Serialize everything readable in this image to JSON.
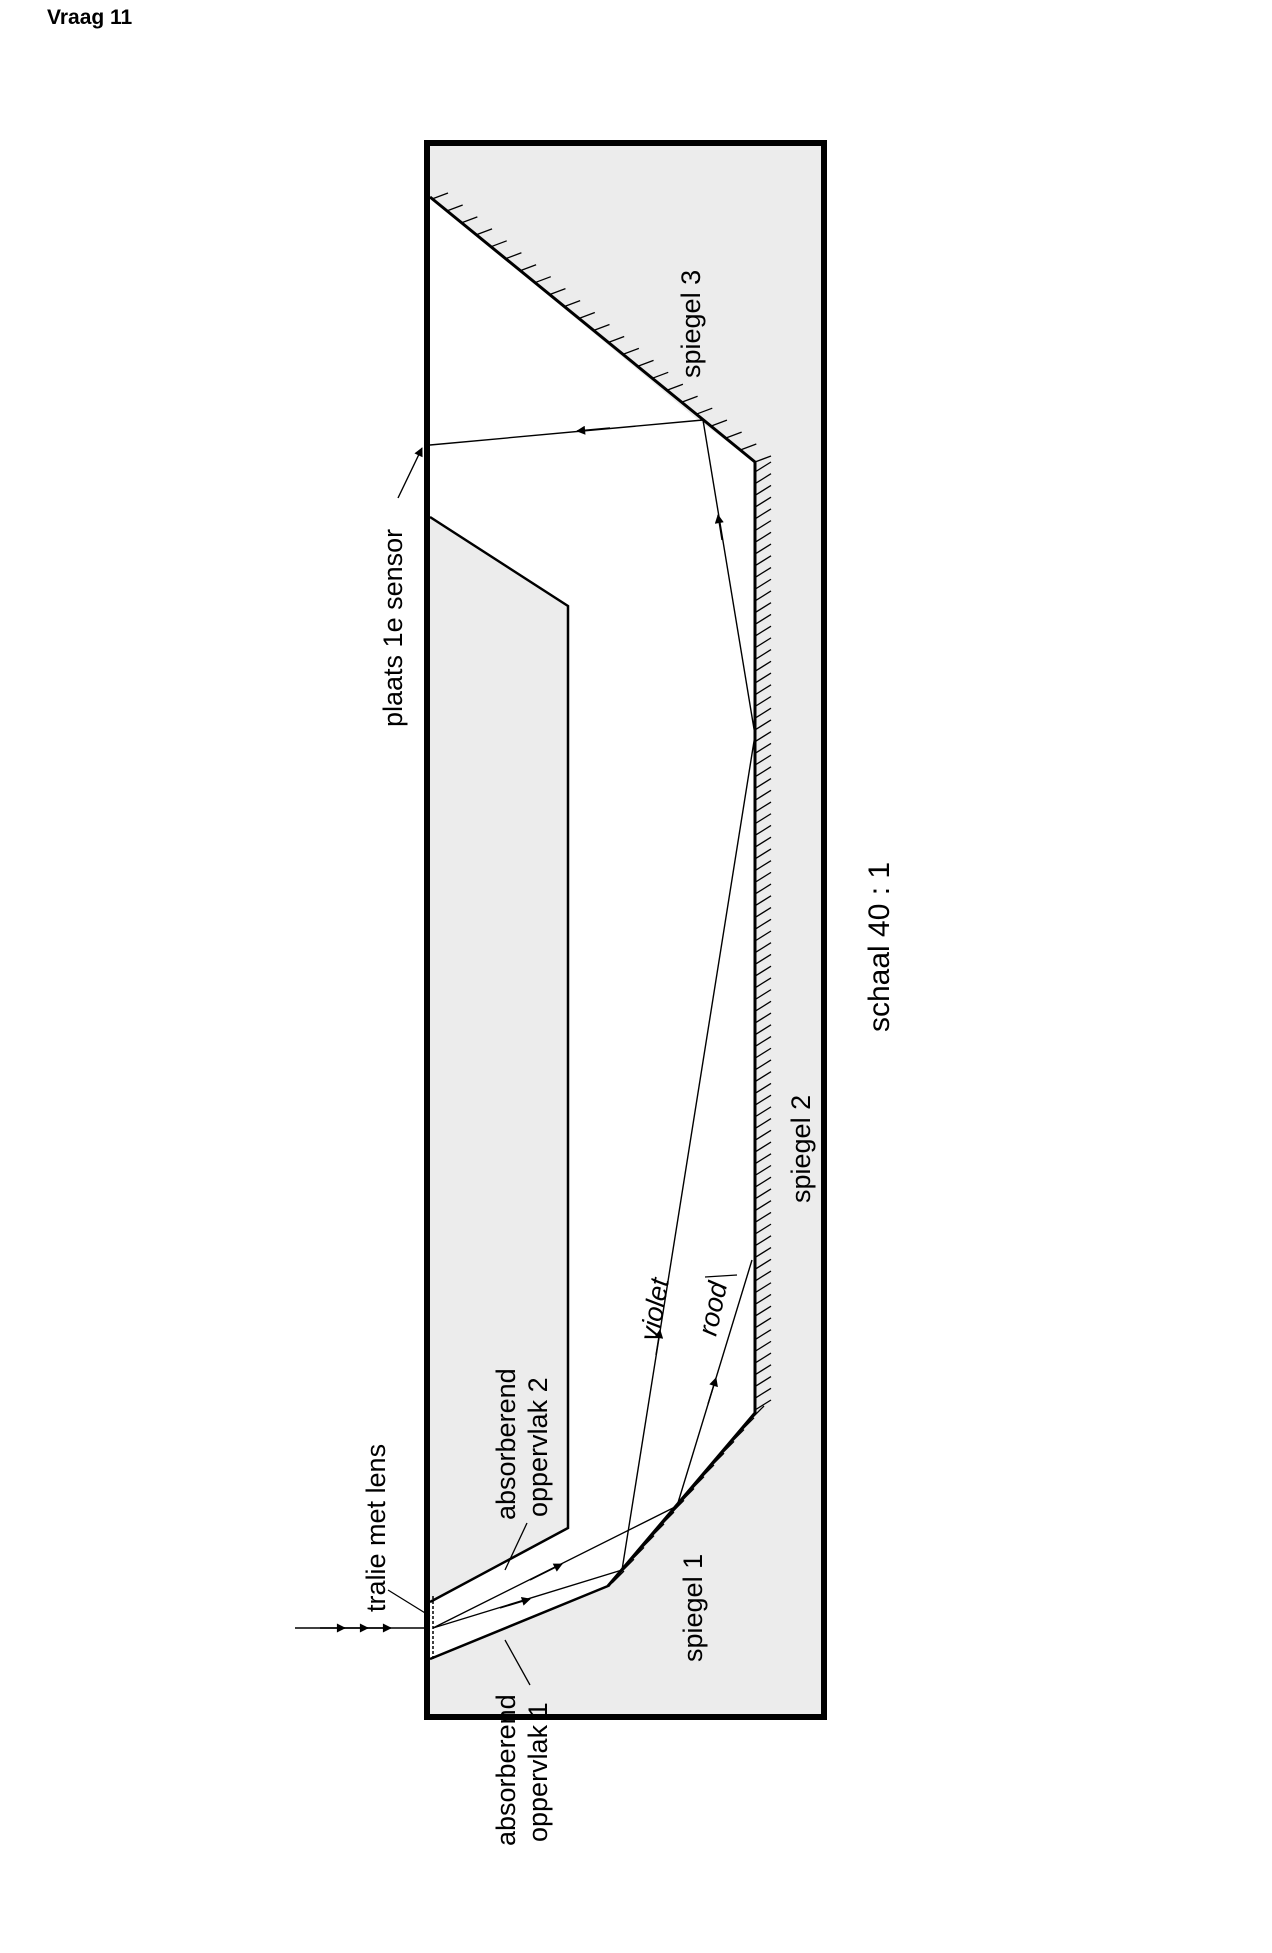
{
  "title": "Vraag 11",
  "labels": {
    "mirror3": "spiegel 3",
    "sensor": "plaats 1e sensor",
    "mirror2": "spiegel 2",
    "scale": "schaal 40 : 1",
    "violet": "violet",
    "red": "rood",
    "absorb2_line1": "absorberend",
    "absorb2_line2": "oppervlak 2",
    "grating": "tralie met lens",
    "mirror1": "spiegel 1",
    "absorb1_line1": "absorberend",
    "absorb1_line2": "oppervlak 1"
  },
  "colors": {
    "casing_fill": "#ececec",
    "interior_fill": "#ffffff",
    "line": "#000000"
  }
}
